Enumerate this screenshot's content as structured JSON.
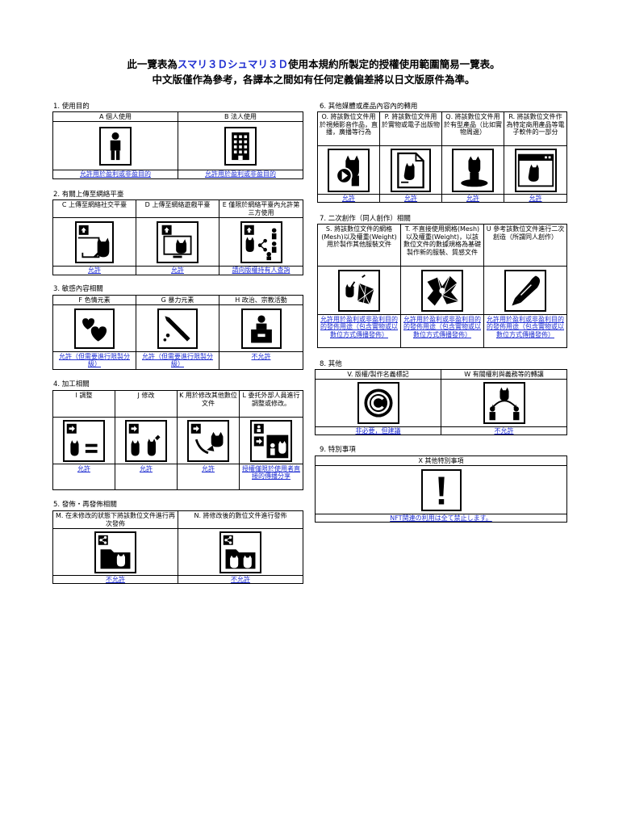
{
  "header": {
    "line1_pre": "此一覽表為",
    "line1_highlight": "スマリ３Ｄシュマリ３Ｄ",
    "line1_post": "使用本規約所製定的授權使用範圍簡易一覽表。",
    "line2": "中文版僅作為參考，各譯本之間如有任何定義偏差將以日文版原件為準。"
  },
  "sections": {
    "s1": {
      "title": "1. 使用目的",
      "items": [
        {
          "label": "A 個人使用",
          "icon": "person-icon",
          "status": "允許用於盈利或非盈目的"
        },
        {
          "label": "B 法人使用",
          "icon": "office-building-icon",
          "status": "允許用於盈利或非盈目的"
        }
      ]
    },
    "s2": {
      "title": "2. 有關上傳至網絡平臺",
      "items": [
        {
          "label": "C 上傳至網絡社交平臺",
          "icon": "upload-social-icon",
          "status": "允許"
        },
        {
          "label": "D 上傳至網絡遊戲平臺",
          "icon": "upload-game-icon",
          "status": "允許"
        },
        {
          "label": "E 僅限於網絡平臺內允許第三方使用",
          "icon": "share-third-party-icon",
          "status": "請向版權持有人查詢"
        }
      ]
    },
    "s3": {
      "title": "3. 敏感內容相關",
      "items": [
        {
          "label": "F 色情元素",
          "icon": "hearts-icon",
          "status": "允許（但需要進行限製分級）"
        },
        {
          "label": "G 暴力元素",
          "icon": "knife-icon",
          "status": "允許（但需要進行限製分級）"
        },
        {
          "label": "H 政治、宗教活動",
          "icon": "podium-icon",
          "status": "不允許"
        }
      ]
    },
    "s4": {
      "title": "4. 加工相關",
      "items": [
        {
          "label": "I 調整",
          "icon": "adjust-icon",
          "status": "允許"
        },
        {
          "label": "J 修改",
          "icon": "modify-icon",
          "status": "允許"
        },
        {
          "label": "K 用於修改其他數位文件",
          "icon": "cat-parts-icon",
          "status": "允許"
        },
        {
          "label": "L 委托外部人員進行調整或修改。",
          "icon": "outsource-icon",
          "status": "授權僅限於使用者直接的傳播分享"
        }
      ]
    },
    "s5": {
      "title": "5. 發佈・再發佈相關",
      "items": [
        {
          "label": "M. 在未修改的狀態下將該數位文件進行再次發佈",
          "icon": "folder-share-icon",
          "status": "不允許"
        },
        {
          "label": "N. 將修改後的數位文件進行發佈",
          "icon": "modified-share-icon",
          "status": "不允許"
        }
      ]
    },
    "s6": {
      "title": "6. 其他媒體或產品內容內的轉用",
      "items": [
        {
          "label": "O. 將該數位文件用於視頻影音作品，直播，廣播等行為",
          "icon": "video-cat-icon",
          "status": "允許"
        },
        {
          "label": "P. 將該數位文件用於實物或電子出版物",
          "icon": "document-cat-icon",
          "status": "允許"
        },
        {
          "label": "Q. 將該數位文件用於有型產品（比如實物周邊）",
          "icon": "figure-cat-icon",
          "status": "允許"
        },
        {
          "label": "R. 將該數位文件作為特定商用產品等電子軟件的一部分",
          "icon": "software-cat-icon",
          "status": "允許"
        }
      ]
    },
    "s7": {
      "title": "7. 二次創作（同人創作）相關",
      "items": [
        {
          "label": "S. 將該數位文件的網格(Mesh)以及權重(Weight)用於製作其他服裝文件",
          "icon": "clothing-mesh-icon",
          "status": "允許用於盈利或非盈利目的的發佈用途（包含實物或以數位方式傳播發佈）"
        },
        {
          "label": "T. 不直接使用網格(Mesh)以及權重(Weight)，以該數位文件的數據規格為基礎製作新的服裝、質感文件",
          "icon": "texture-icon",
          "status": "允許用於盈利或非盈利目的的發佈用途（包含實物或以數位方式傳播發佈）"
        },
        {
          "label": "U 參考該數位文件進行二次創造（所謂同人創作）",
          "icon": "pen-icon",
          "status": "允許用於盈利或非盈利目的的發佈用途（包含實物或以數位方式傳播發佈）"
        }
      ]
    },
    "s8": {
      "title": "8. 其他",
      "items": [
        {
          "label": "V. 版權/製作名義標記",
          "icon": "copyright-icon",
          "status": "非必要，但建議"
        },
        {
          "label": "W 有關權利與義務等的轉讓",
          "icon": "transfer-rights-icon",
          "status": "不允許"
        }
      ]
    },
    "s9": {
      "title": "9. 特別事項",
      "items": [
        {
          "label": "X 其他特別事項",
          "icon": "exclamation-icon",
          "status": "NFT関連の利用は全て禁止します。"
        }
      ]
    }
  }
}
